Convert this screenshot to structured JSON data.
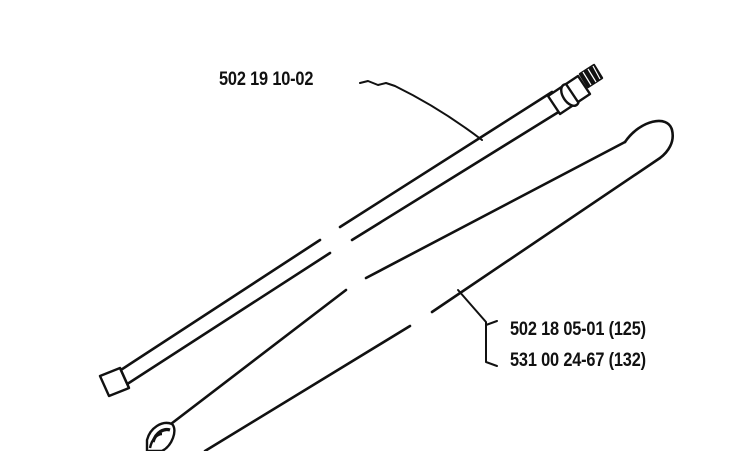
{
  "diagram": {
    "parts": {
      "drive_shaft": {
        "part_number": "502 19 10-02"
      },
      "shaft_tube": {
        "part_numbers": [
          "502 18 05-01 (125)",
          "531 00 24-67 (132)"
        ]
      }
    },
    "colors": {
      "line": "#111111",
      "background": "#ffffff"
    }
  }
}
